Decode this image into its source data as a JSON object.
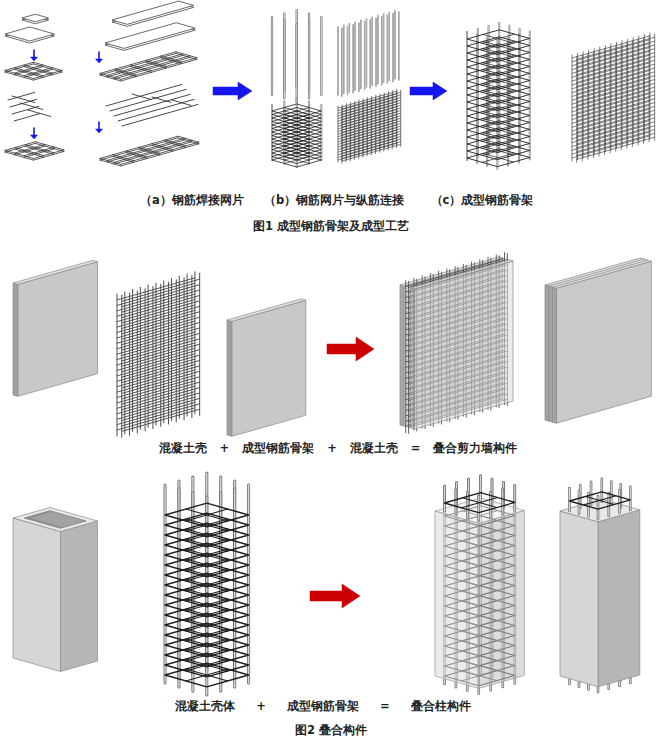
{
  "diagram": {
    "labels": [
      "（a）钢筋焊接网片",
      "（b）钢筋网片与纵筋连接",
      "（c）成型钢筋骨架",
      "图1 成型钢筋骨架及成型工艺",
      "混凝土壳 + 成型钢筋骨架 + 混凝土壳 = 叠合剪力墙构件",
      "混凝土壳体 + 成型钢筋骨架 = 叠合柱构件",
      "图2 叠合构件"
    ]
  }
}
